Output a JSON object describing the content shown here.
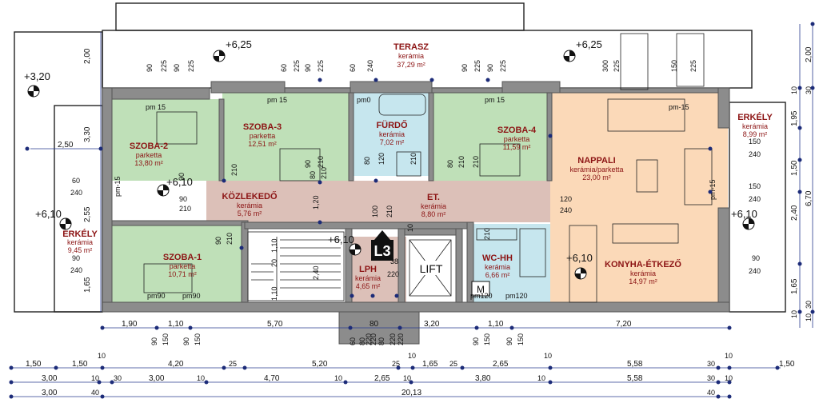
{
  "rooms": [
    {
      "name": "TERASZ",
      "mat": "kerámia",
      "area": "37,29 m²"
    },
    {
      "name": "SZOBA-2",
      "mat": "parketta",
      "area": "13,80 m²"
    },
    {
      "name": "SZOBA-3",
      "mat": "parketta",
      "area": "12,51 m²"
    },
    {
      "name": "FÜRDŐ",
      "mat": "kerámia",
      "area": "7,02 m²"
    },
    {
      "name": "SZOBA-4",
      "mat": "parketta",
      "area": "11,59 m²"
    },
    {
      "name": "NAPPALI",
      "mat": "kerámia/parketta",
      "area": "23,00 m²"
    },
    {
      "name": "ERKÉLY",
      "mat": "kerámia",
      "area": "8,99 m²"
    },
    {
      "name": "KÖZLEKEDŐ",
      "mat": "kerámia",
      "area": "5,76 m²"
    },
    {
      "name": "ET.",
      "mat": "kerámia",
      "area": "8,80 m²"
    },
    {
      "name": "ERKÉLY",
      "mat": "kerámia",
      "area": "9,45 m²"
    },
    {
      "name": "SZOBA-1",
      "mat": "parketta",
      "area": "10,71 m²"
    },
    {
      "name": "LPH",
      "mat": "kerámia",
      "area": "4,65 m²"
    },
    {
      "name": "WC-HH",
      "mat": "kerámia",
      "area": "6,66 m²"
    },
    {
      "name": "KONYHA-ÉTKEZŐ",
      "mat": "kerámia",
      "area": "14,97 m²"
    }
  ],
  "levels": [
    "+6,25",
    "+6,25",
    "+3,20",
    "+6,10",
    "+6,10",
    "+6,10",
    "+6,10",
    "+6,10"
  ],
  "labels": {
    "lift": "LIFT",
    "stair": "L3",
    "m": "M"
  },
  "notes": [
    "pm 15",
    "pm 15",
    "pm 15",
    "pm0",
    "pm90",
    "pm90",
    "pm120",
    "pm120",
    "pm-15",
    "pm-15",
    "pm-15"
  ],
  "dims_inner": [
    "90",
    "225",
    "90",
    "225",
    "60",
    "225",
    "90",
    "225",
    "60",
    "240",
    "90",
    "225",
    "90",
    "225",
    "300",
    "225",
    "150",
    "225",
    "80",
    "120",
    "210",
    "90",
    "210",
    "80",
    "210",
    "100",
    "210",
    "120",
    "240",
    "150",
    "240",
    "150",
    "240",
    "90",
    "240",
    "60",
    "240",
    "90",
    "240",
    "210",
    "90",
    "210",
    "1,10",
    "1,20",
    "2,40",
    "1,10",
    "20",
    "80",
    "220",
    "80",
    "220",
    "38",
    "220",
    "10",
    "210",
    "90",
    "210",
    "90",
    "210",
    "80",
    "210"
  ],
  "dims_side_left": [
    "2,00",
    "3,30",
    "2,55",
    "1,65",
    "2,50"
  ],
  "dims_side_right": [
    "2,00",
    "1,95",
    "1,50",
    "2,40",
    "6,70",
    "1,65",
    "10",
    "30",
    "10",
    "30",
    "10"
  ],
  "dims_bottom1": [
    "1,90",
    "1,10",
    "5,70",
    "80",
    "3,20",
    "1,10",
    "7,20"
  ],
  "dims_bottom2": [
    "90",
    "150",
    "90",
    "150",
    "60",
    "220",
    "220",
    "90",
    "150",
    "90",
    "150"
  ],
  "chain1": [
    "1,50",
    "1,50",
    "4,20",
    "10",
    "25",
    "5,20",
    "25",
    "10",
    "1,65",
    "25",
    "2,65",
    "10",
    "5,58",
    "30",
    "10",
    "1,50"
  ],
  "chain2": [
    "3,00",
    "10",
    "30",
    "3,00",
    "10",
    "4,70",
    "10",
    "2,65",
    "10",
    "3,80",
    "10",
    "5,58",
    "30",
    "10"
  ],
  "chain3": [
    "3,00",
    "40",
    "20,13",
    "40"
  ]
}
